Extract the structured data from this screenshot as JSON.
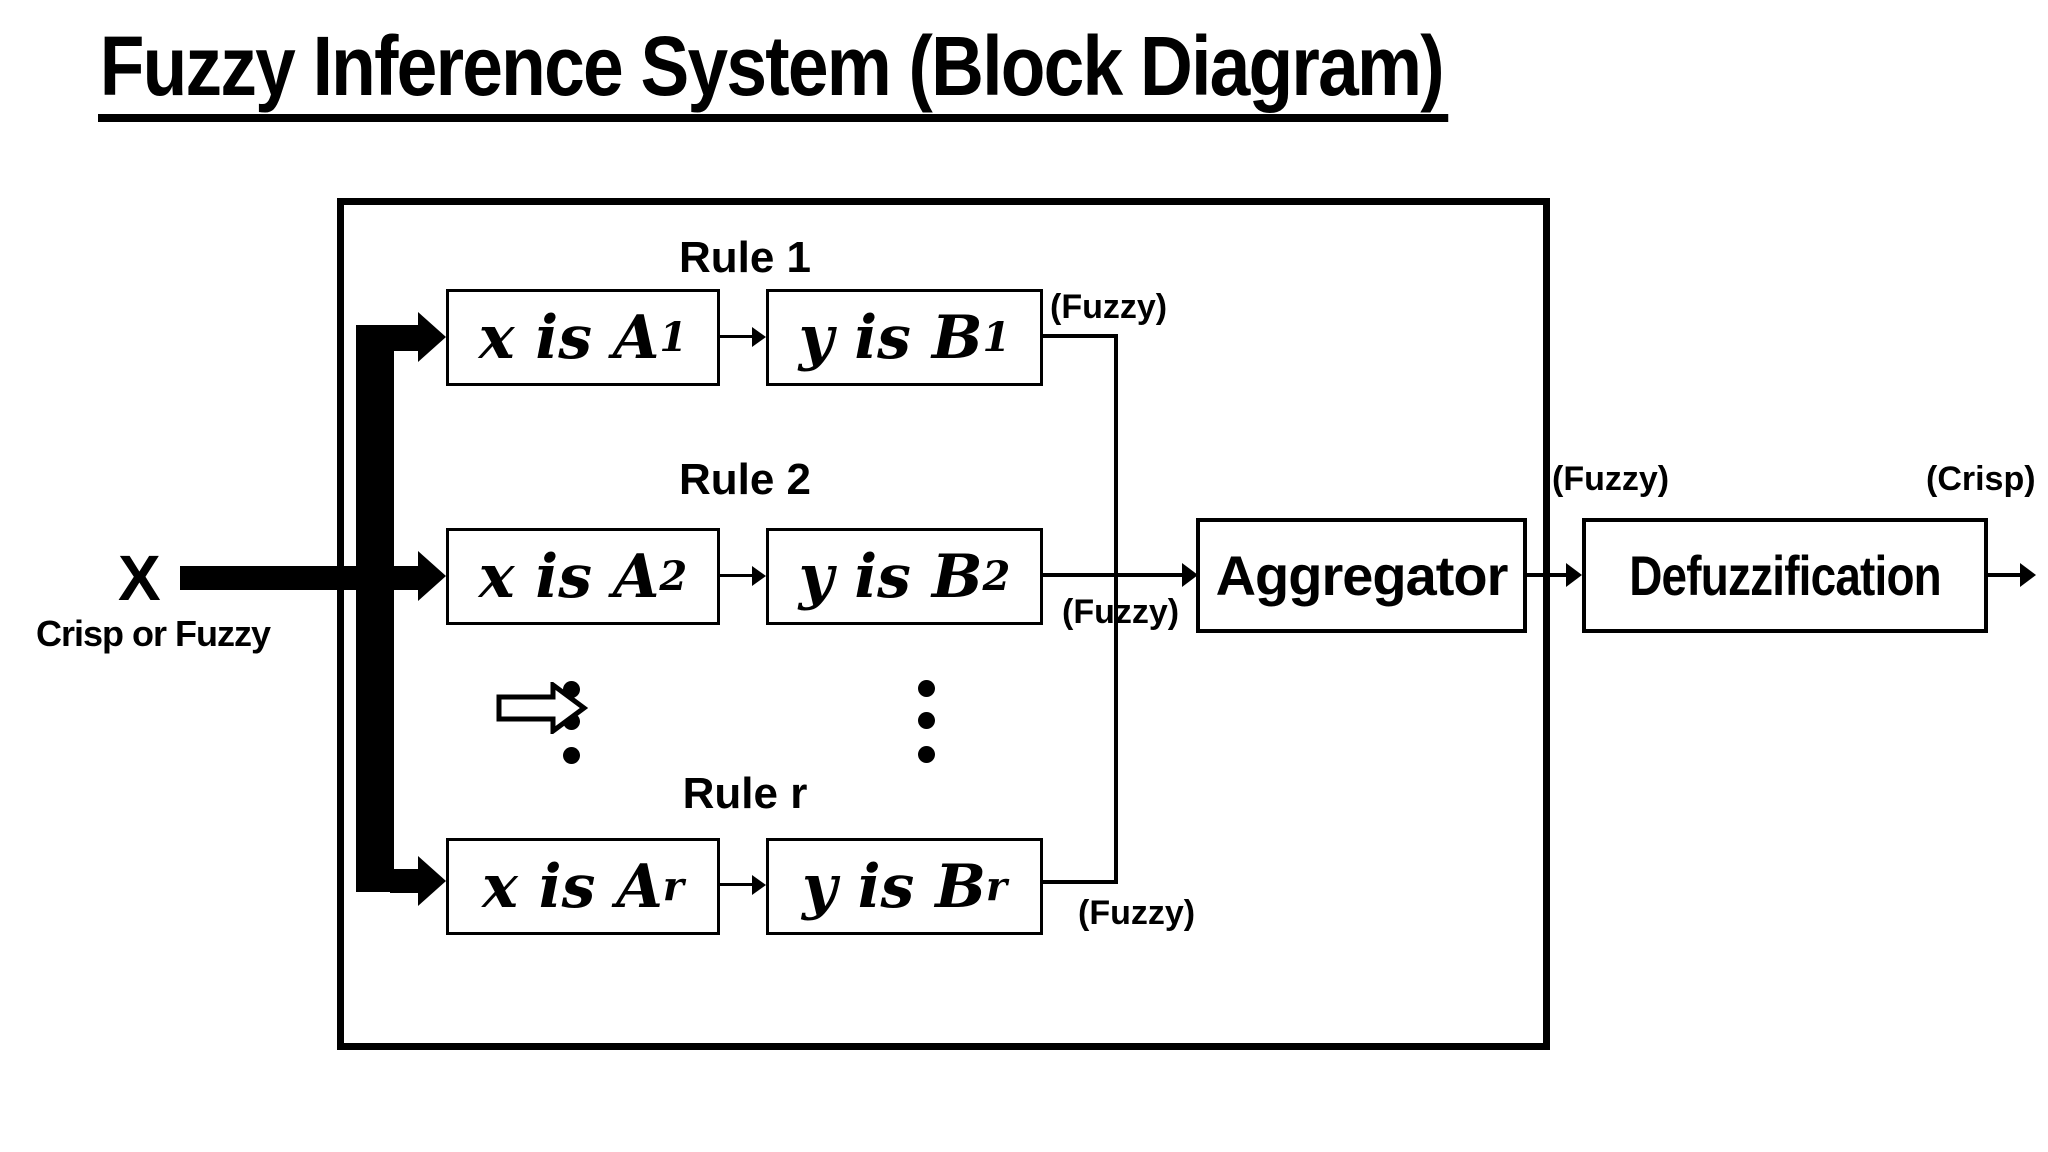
{
  "title": "Fuzzy Inference System (Block Diagram)",
  "input": {
    "symbol": "X",
    "caption": "Crisp or Fuzzy"
  },
  "rules": [
    {
      "label": "Rule 1",
      "antecedent": "x is A",
      "antecedent_sub": "1",
      "consequent": "y is B",
      "consequent_sub": "1",
      "output_tag": "(Fuzzy)"
    },
    {
      "label": "Rule 2",
      "antecedent": "x is A",
      "antecedent_sub": "2",
      "consequent": "y is B",
      "consequent_sub": "2",
      "output_tag": "(Fuzzy)"
    },
    {
      "label": "Rule r",
      "antecedent": "x is A",
      "antecedent_sub": "r",
      "consequent": "y is B",
      "consequent_sub": "r",
      "output_tag": "(Fuzzy)"
    }
  ],
  "aggregator": {
    "label": "Aggregator",
    "output_tag": "(Fuzzy)"
  },
  "defuzzification": {
    "label": "Defuzzification",
    "output_tag": "(Crisp)"
  },
  "colors": {
    "ink": "#000000",
    "background": "#ffffff"
  }
}
